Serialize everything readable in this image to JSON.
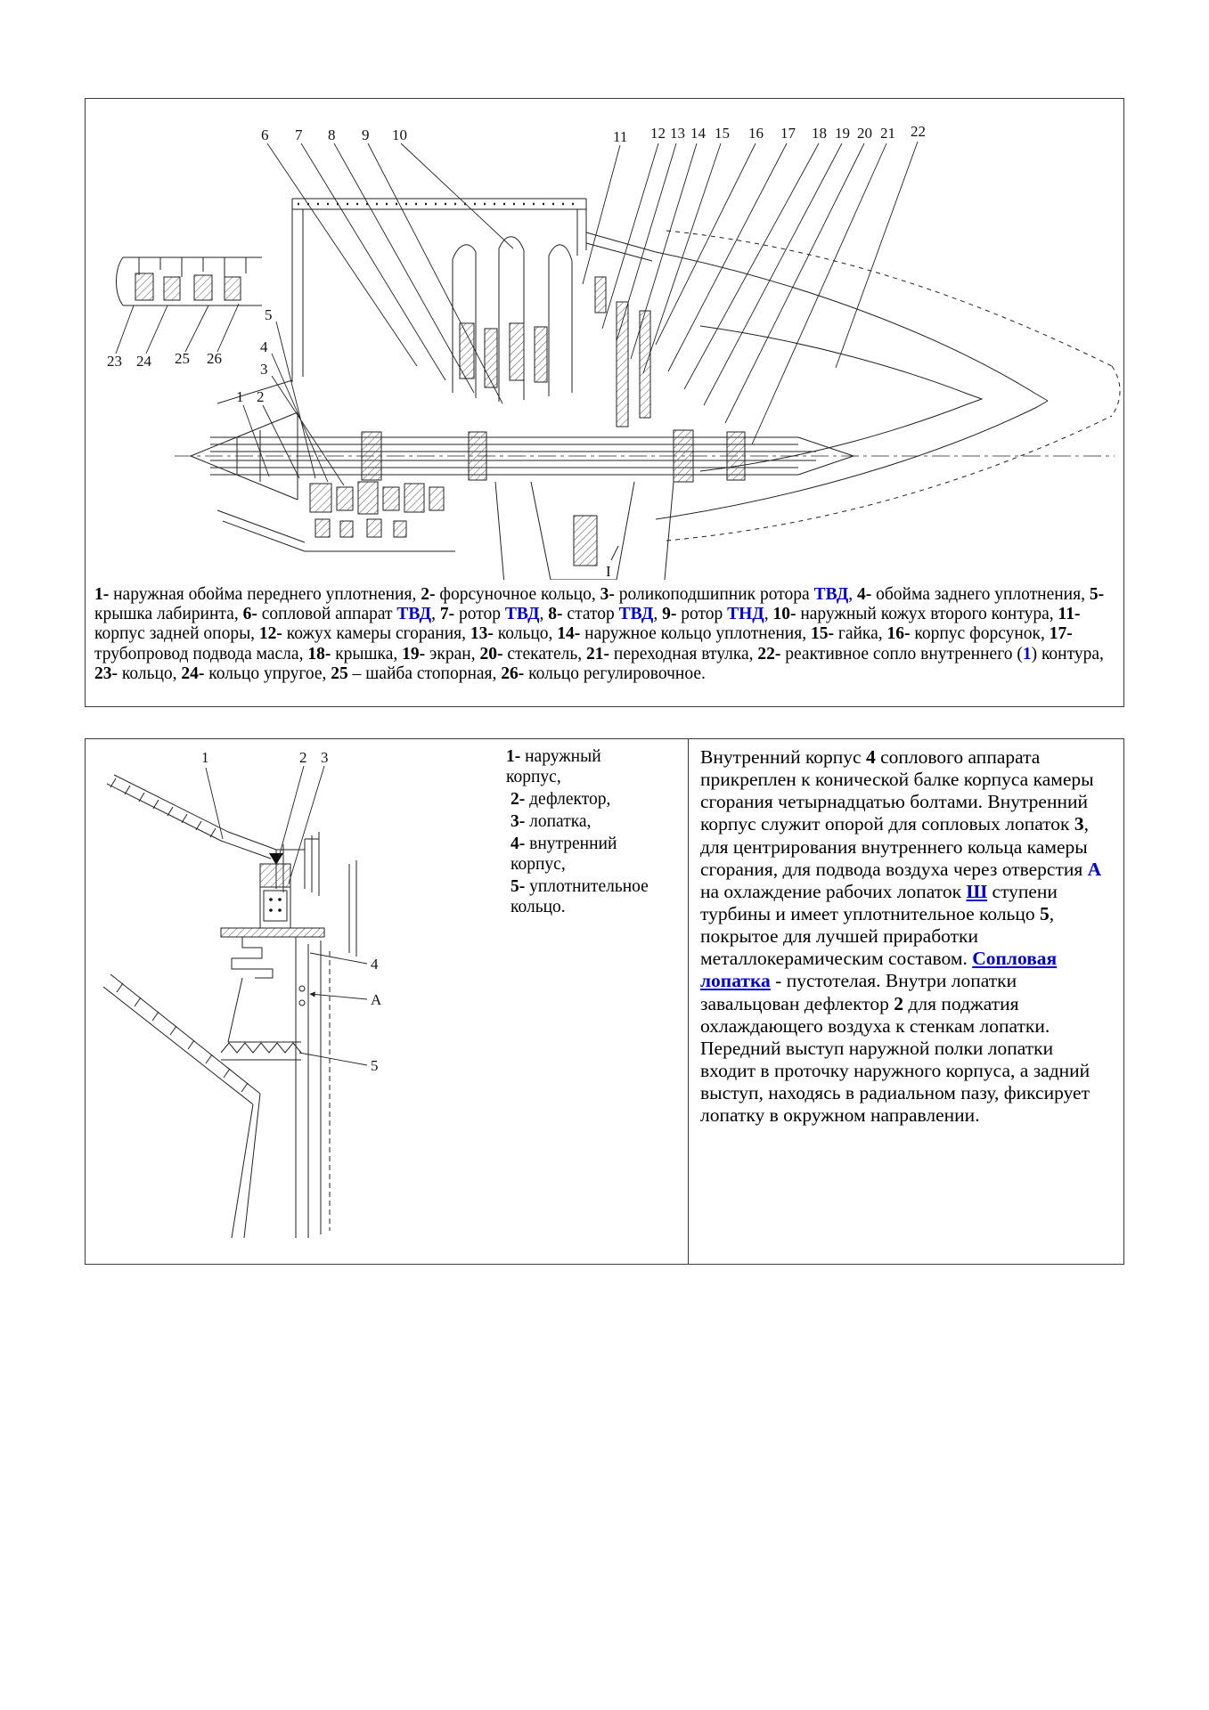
{
  "page": {
    "background": "#ffffff"
  },
  "colors": {
    "accent_blue": "#0000cc",
    "ink": "#111111"
  },
  "fig1": {
    "top_left": [
      "6",
      "7",
      "8",
      "9",
      "10"
    ],
    "top_right": [
      "11",
      "12",
      "13",
      "14",
      "15",
      "16",
      "17",
      "18",
      "19",
      "20",
      "21",
      "22"
    ],
    "left": [
      "5",
      "4",
      "3",
      "1",
      "2"
    ],
    "inset": [
      "23",
      "24",
      "25",
      "26"
    ],
    "section": "I",
    "caption": [
      {
        "t": "1-",
        "s": "b"
      },
      {
        "t": " наружная обойма переднего уплотнения, ",
        "s": "n"
      },
      {
        "t": "2-",
        "s": "b"
      },
      {
        "t": " форсуночное кольцо, ",
        "s": "n"
      },
      {
        "t": "3-",
        "s": "b"
      },
      {
        "t": " роликоподшипник ротора ",
        "s": "n"
      },
      {
        "t": "ТВД",
        "s": "bb"
      },
      {
        "t": ", ",
        "s": "n"
      },
      {
        "t": "4-",
        "s": "b"
      },
      {
        "t": " обойма заднего уплотнения, ",
        "s": "n"
      },
      {
        "t": "5-",
        "s": "b"
      },
      {
        "t": " крышка лабиринта, ",
        "s": "n"
      },
      {
        "t": "6-",
        "s": "b"
      },
      {
        "t": " сопловой аппарат ",
        "s": "n"
      },
      {
        "t": "ТВД",
        "s": "bb"
      },
      {
        "t": ", ",
        "s": "n"
      },
      {
        "t": "7-",
        "s": "b"
      },
      {
        "t": " ротор ",
        "s": "n"
      },
      {
        "t": "ТВД",
        "s": "bb"
      },
      {
        "t": ", ",
        "s": "n"
      },
      {
        "t": "8-",
        "s": "b"
      },
      {
        "t": " статор ",
        "s": "n"
      },
      {
        "t": "ТВД",
        "s": "bb"
      },
      {
        "t": ", ",
        "s": "n"
      },
      {
        "t": "9-",
        "s": "b"
      },
      {
        "t": " ротор ",
        "s": "n"
      },
      {
        "t": "ТНД",
        "s": "bb"
      },
      {
        "t": ", ",
        "s": "n"
      },
      {
        "t": "10-",
        "s": "b"
      },
      {
        "t": " наружный кожух второго контура, ",
        "s": "n"
      },
      {
        "t": "11-",
        "s": "b"
      },
      {
        "t": " корпус задней опоры, ",
        "s": "n"
      },
      {
        "t": "12-",
        "s": "b"
      },
      {
        "t": " кожух камеры сгорания, ",
        "s": "n"
      },
      {
        "t": "13-",
        "s": "b"
      },
      {
        "t": " кольцо, ",
        "s": "n"
      },
      {
        "t": "14-",
        "s": "b"
      },
      {
        "t": " наружное кольцо уплотнения, ",
        "s": "n"
      },
      {
        "t": "15-",
        "s": "b"
      },
      {
        "t": " гайка, ",
        "s": "n"
      },
      {
        "t": "16-",
        "s": "b"
      },
      {
        "t": " корпус форсунок, ",
        "s": "n"
      },
      {
        "t": "17-",
        "s": "b"
      },
      {
        "t": " трубопровод подвода масла, ",
        "s": "n"
      },
      {
        "t": "18-",
        "s": "b"
      },
      {
        "t": " крышка, ",
        "s": "n"
      },
      {
        "t": "19-",
        "s": "b"
      },
      {
        "t": " экран, ",
        "s": "n"
      },
      {
        "t": "20-",
        "s": "b"
      },
      {
        "t": " стекатель, ",
        "s": "n"
      },
      {
        "t": "21-",
        "s": "b"
      },
      {
        "t": " переходная втулка, ",
        "s": "n"
      },
      {
        "t": "22-",
        "s": "b"
      },
      {
        "t": " реактивное сопло внутреннего (",
        "s": "n"
      },
      {
        "t": "1",
        "s": "bb"
      },
      {
        "t": ") контура, ",
        "s": "n"
      },
      {
        "t": "23-",
        "s": "b"
      },
      {
        "t": " кольцо, ",
        "s": "n"
      },
      {
        "t": "24-",
        "s": "b"
      },
      {
        "t": " кольцо упругое, ",
        "s": "n"
      },
      {
        "t": "25",
        "s": "b"
      },
      {
        "t": " – шайба стопорная, ",
        "s": "n"
      },
      {
        "t": "26-",
        "s": "b"
      },
      {
        "t": " кольцо регулировочное.",
        "s": "n"
      }
    ]
  },
  "fig2": {
    "callouts": [
      "1",
      "2",
      "3",
      "4",
      "А",
      "5"
    ],
    "legend": [
      [
        {
          "t": "1-",
          "s": "b"
        },
        {
          "t": " наружный корпус,",
          "s": "n"
        }
      ],
      [
        {
          "t": "2-",
          "s": "b"
        },
        {
          "t": " дефлектор,",
          "s": "n"
        }
      ],
      [
        {
          "t": "3-",
          "s": "b"
        },
        {
          "t": " лопатка,",
          "s": "n"
        }
      ],
      [
        {
          "t": "4-",
          "s": "b"
        },
        {
          "t": " внутренний корпус,",
          "s": "n"
        }
      ],
      [
        {
          "t": "5-",
          "s": "b"
        },
        {
          "t": " уплотнительное кольцо.",
          "s": "n"
        }
      ]
    ],
    "paragraph": [
      {
        "t": "Внутренний корпус ",
        "s": "n"
      },
      {
        "t": "4",
        "s": "b"
      },
      {
        "t": " соплового аппарата прикреплен к конической балке корпуса камеры сгорания четырнадцатью болтами. Внутренний корпус служит опорой для сопловых лопаток ",
        "s": "n"
      },
      {
        "t": "3",
        "s": "b"
      },
      {
        "t": ", для центрирования внутреннего кольца камеры сгорания, для подвода воздуха через отверстия ",
        "s": "n"
      },
      {
        "t": "А",
        "s": "bb"
      },
      {
        "t": " на охлаждение рабочих лопаток ",
        "s": "n"
      },
      {
        "t": "Ш",
        "s": "bbu"
      },
      {
        "t": " ступени турбины и имеет уплотнительное кольцо ",
        "s": "n"
      },
      {
        "t": "5",
        "s": "b"
      },
      {
        "t": ", покрытое для лучшей приработки металлокерамическим составом. ",
        "s": "n"
      },
      {
        "t": "Сопловая лопатка",
        "s": "link"
      },
      {
        "t": " - пустотелая. Внутри лопатки завальцован дефлектор ",
        "s": "n"
      },
      {
        "t": "2",
        "s": "b"
      },
      {
        "t": " для поджатия охлаждающего воздуха к стенкам лопатки. Передний выступ наружной полки лопатки входит в проточку наружного корпуса, а задний выступ, находясь в радиальном пазу, фиксирует лопатку в окружном направлении.",
        "s": "n"
      }
    ]
  }
}
